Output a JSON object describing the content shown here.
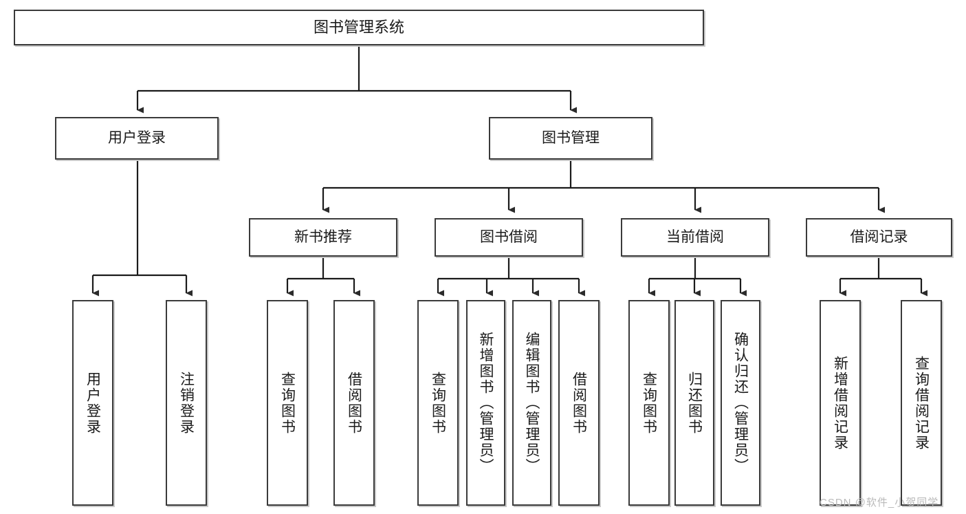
{
  "diagram": {
    "type": "tree-hierarchy-chart",
    "title": "图书管理系统",
    "watermark": "CSDN @软件_小贺同学",
    "colors": {
      "box_border": "#3a3a3a",
      "box_fill": "#ffffff",
      "line": "#1a1a1a",
      "watermark": "#b9b9b9"
    },
    "nodes": {
      "root": {
        "label": "图书管理系统"
      },
      "level2": [
        {
          "id": "user-login",
          "label": "用户登录"
        },
        {
          "id": "book-manage",
          "label": "图书管理"
        }
      ],
      "level3": [
        {
          "id": "new-book-rec",
          "label": "新书推荐"
        },
        {
          "id": "book-borrow",
          "label": "图书借阅"
        },
        {
          "id": "current-borrow",
          "label": "当前借阅"
        },
        {
          "id": "borrow-record",
          "label": "借阅记录"
        }
      ],
      "leaves": [
        {
          "id": "leaf-user-login",
          "label": "用户登录",
          "parent": "user-login"
        },
        {
          "id": "leaf-logout",
          "label": "注销登录",
          "parent": "user-login"
        },
        {
          "id": "leaf-query-book-1",
          "label": "查询图书",
          "parent": "new-book-rec"
        },
        {
          "id": "leaf-borrow-book-1",
          "label": "借阅图书",
          "parent": "new-book-rec"
        },
        {
          "id": "leaf-query-book-2",
          "label": "查询图书",
          "parent": "book-borrow"
        },
        {
          "id": "leaf-add-book",
          "label": "新增图书（管理员）",
          "parent": "book-borrow"
        },
        {
          "id": "leaf-edit-book",
          "label": "编辑图书（管理员）",
          "parent": "book-borrow"
        },
        {
          "id": "leaf-borrow-book-2",
          "label": "借阅图书",
          "parent": "book-borrow"
        },
        {
          "id": "leaf-query-book-3",
          "label": "查询图书",
          "parent": "current-borrow"
        },
        {
          "id": "leaf-return-book",
          "label": "归还图书",
          "parent": "current-borrow"
        },
        {
          "id": "leaf-confirm-return",
          "label": "确认归还（管理员）",
          "parent": "current-borrow"
        },
        {
          "id": "leaf-add-record",
          "label": "新增借阅记录",
          "parent": "borrow-record"
        },
        {
          "id": "leaf-query-record",
          "label": "查询借阅记录",
          "parent": "borrow-record"
        }
      ]
    }
  }
}
